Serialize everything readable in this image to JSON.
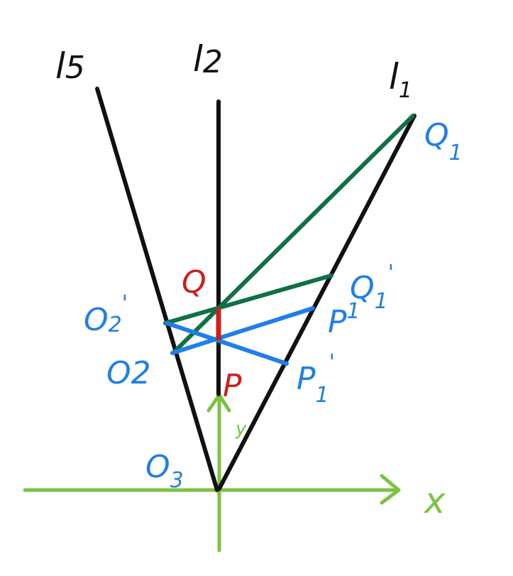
{
  "labels": {
    "l5": "l",
    "l5_sub": "5",
    "l2": "l",
    "l2_sub": "2",
    "l1": "l",
    "l1_sub": "1",
    "Q1": "Q",
    "Q1_sub": "1",
    "Q1p": "Q",
    "Q1p_sub": "1",
    "Q1p_prime": "'",
    "P1": "P",
    "P1_sub": "1",
    "P1p": "P",
    "P1p_sub": "1",
    "P1p_prime": "'",
    "O2": "O",
    "O2_sub": "2",
    "O2p": "O",
    "O2p_sub": "2",
    "O2p_prime": "'",
    "O3": "O",
    "O3_sub": "3",
    "Q": "Q",
    "P": "P",
    "x": "x",
    "y": "y"
  },
  "colors": {
    "black": "#111111",
    "dark_green": "#0f7048",
    "blue": "#1f7fe6",
    "red": "#cc1f1f",
    "light_green": "#7cc242"
  }
}
